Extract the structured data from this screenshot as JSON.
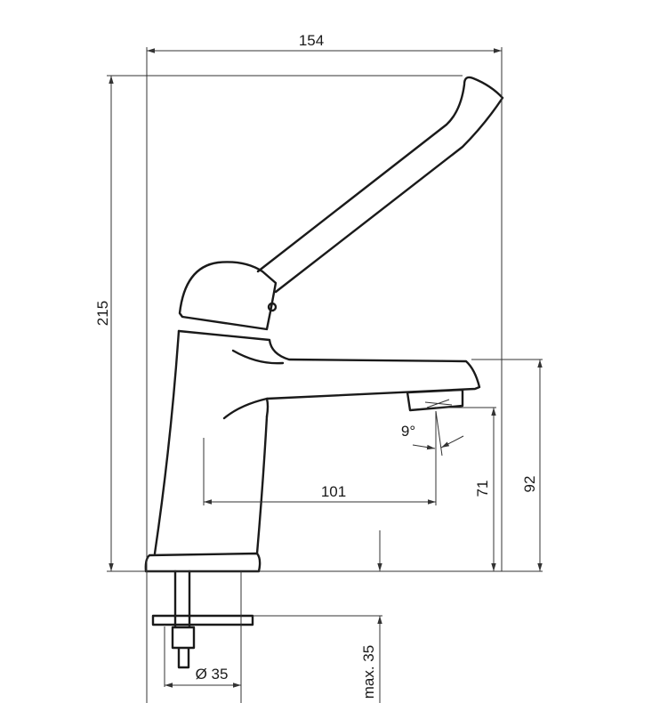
{
  "dimensions": {
    "width": "154",
    "height": "215",
    "spout_reach": "101",
    "spout_height": "71",
    "spout_top_height": "92",
    "angle": "9°",
    "diameter": "Ø 35",
    "max_thickness": "max. 35"
  },
  "colors": {
    "line": "#1a1a1a",
    "dimension": "#333333",
    "background": "#ffffff"
  }
}
